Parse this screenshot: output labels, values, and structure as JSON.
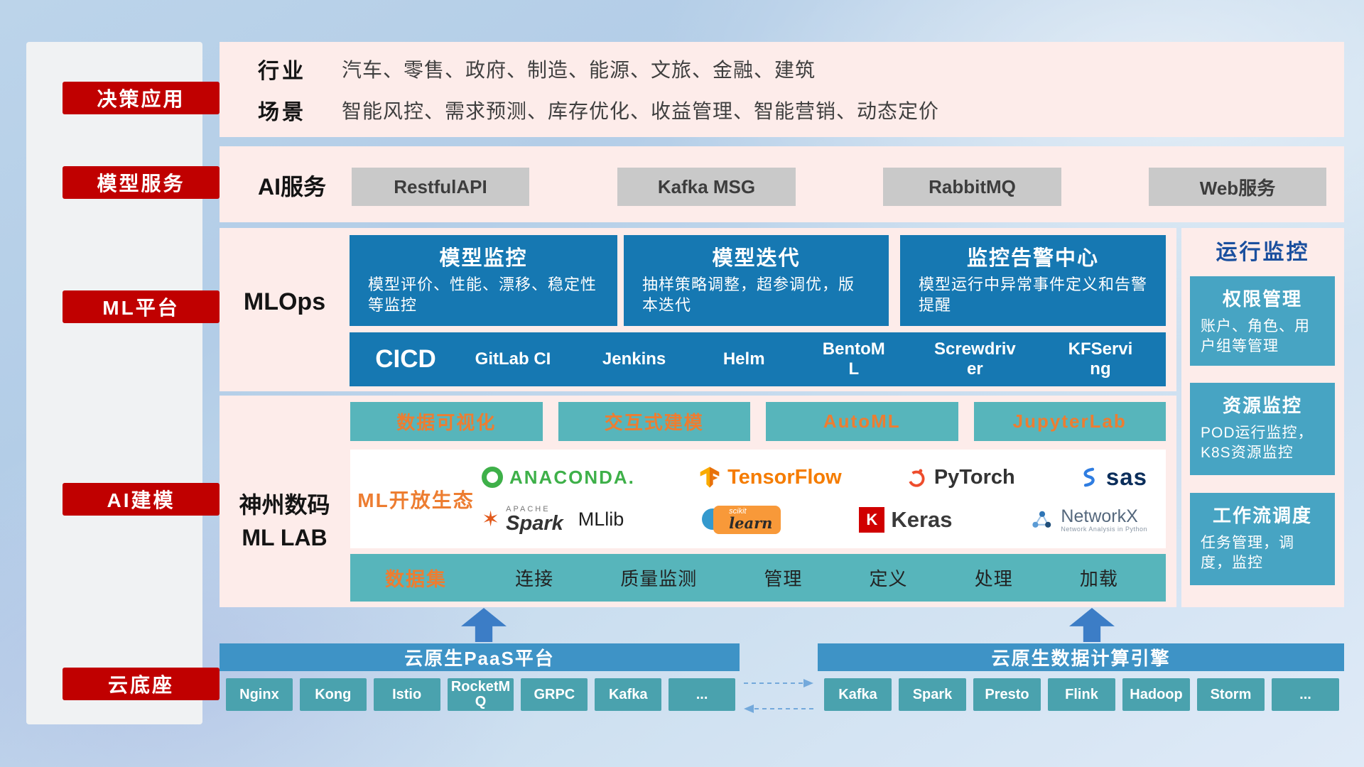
{
  "sidebar": {
    "items": [
      {
        "label": "决策应用"
      },
      {
        "label": "模型服务"
      },
      {
        "label": "ML平台"
      },
      {
        "label": "AI建模"
      },
      {
        "label": "云底座"
      }
    ]
  },
  "industry": {
    "industry_label": "行业",
    "industry_text": "汽车、零售、政府、制造、能源、文旅、金融、建筑",
    "scene_label": "场景",
    "scene_text": "智能风控、需求预测、库存优化、收益管理、智能营销、动态定价"
  },
  "ai_service": {
    "label": "AI服务",
    "buttons": [
      "RestfulAPI",
      "Kafka MSG",
      "RabbitMQ",
      "Web服务"
    ]
  },
  "mlops": {
    "label": "MLOps",
    "cards": [
      {
        "title": "模型监控",
        "desc": "模型评价、性能、漂移、稳定性等监控"
      },
      {
        "title": "模型迭代",
        "desc": "抽样策略调整，超参调优，版本迭代"
      },
      {
        "title": "监控告警中心",
        "desc": "模型运行中异常事件定义和告警提醒"
      }
    ],
    "cicd_label": "CICD",
    "cicd_items": [
      "GitLab CI",
      "Jenkins",
      "Helm",
      "BentoML",
      "Screwdriver",
      "KFServing"
    ]
  },
  "mllab": {
    "label_line1": "神州数码",
    "label_line2": "ML LAB",
    "tool_buttons": [
      "数据可视化",
      "交互式建模",
      "AutoML",
      "JupyterLab"
    ],
    "ecosystem_label": "ML开放生态",
    "logos": {
      "anaconda": "ANACONDA.",
      "tensorflow": "TensorFlow",
      "pytorch": "PyTorch",
      "sas": "sas",
      "apache": "APACHE",
      "spark": "Spark",
      "mllib": "MLlib",
      "scikit": "scikit",
      "learn": "learn",
      "keras_k": "K",
      "keras": "Keras",
      "networkx": "NetworkX",
      "networkx_sub": "Network Analysis in Python"
    },
    "dataset_label": "数据集",
    "dataset_items": [
      "连接",
      "质量监测",
      "管理",
      "定义",
      "处理",
      "加载"
    ]
  },
  "monitor": {
    "title": "运行监控",
    "cards": [
      {
        "title": "权限管理",
        "desc": "账户、角色、用户组等管理"
      },
      {
        "title": "资源监控",
        "desc": "POD运行监控，K8S资源监控"
      },
      {
        "title": "工作流调度",
        "desc": "任务管理，调度，监控"
      }
    ]
  },
  "foundation": {
    "paas": {
      "title": "云原生PaaS平台",
      "items": [
        "Nginx",
        "Kong",
        "Istio",
        "RocketMQ",
        "GRPC",
        "Kafka",
        "..."
      ]
    },
    "engine": {
      "title": "云原生数据计算引擎",
      "items": [
        "Kafka",
        "Spark",
        "Presto",
        "Flink",
        "Hadoop",
        "Storm",
        "..."
      ]
    }
  },
  "colors": {
    "sidebar_red": "#c00000",
    "panel_pink": "#fdecea",
    "mlops_blue": "#1678b2",
    "teal": "#57b5bb",
    "monitor_card_blue": "#47a4c3",
    "foundation_bar_blue": "#3e93c6",
    "foundation_btn_teal": "#4aa2ae",
    "accent_orange": "#ed7d31",
    "arrow_blue": "#3c7dc6"
  }
}
